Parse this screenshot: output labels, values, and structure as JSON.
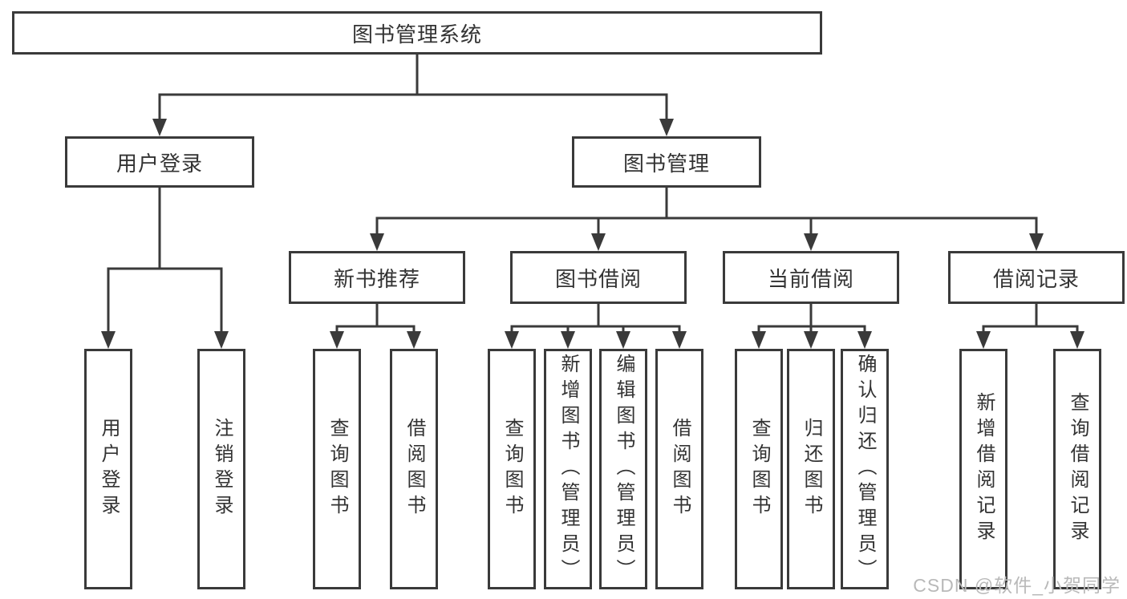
{
  "title": "图书管理系统",
  "user_login": {
    "label": "用户登录",
    "children": [
      "用户登录",
      "注销登录"
    ]
  },
  "book_management": {
    "label": "图书管理",
    "sections": [
      {
        "label": "新书推荐",
        "children": [
          "查询图书",
          "借阅图书"
        ]
      },
      {
        "label": "图书借阅",
        "children": [
          "查询图书",
          "新增图书（管理员）",
          "编辑图书（管理员）",
          "借阅图书"
        ]
      },
      {
        "label": "当前借阅",
        "children": [
          "查询图书",
          "归还图书",
          "确认归还（管理员）"
        ]
      },
      {
        "label": "借阅记录",
        "children": [
          "新增借阅记录",
          "查询借阅记录"
        ]
      }
    ]
  },
  "watermark": "CSDN @软件_小贺同学",
  "colors": {
    "line": "#3a3a3a",
    "box_border": "#3a3a3a",
    "text": "#333333",
    "watermark": "#b9b9b9",
    "background": "#ffffff"
  }
}
